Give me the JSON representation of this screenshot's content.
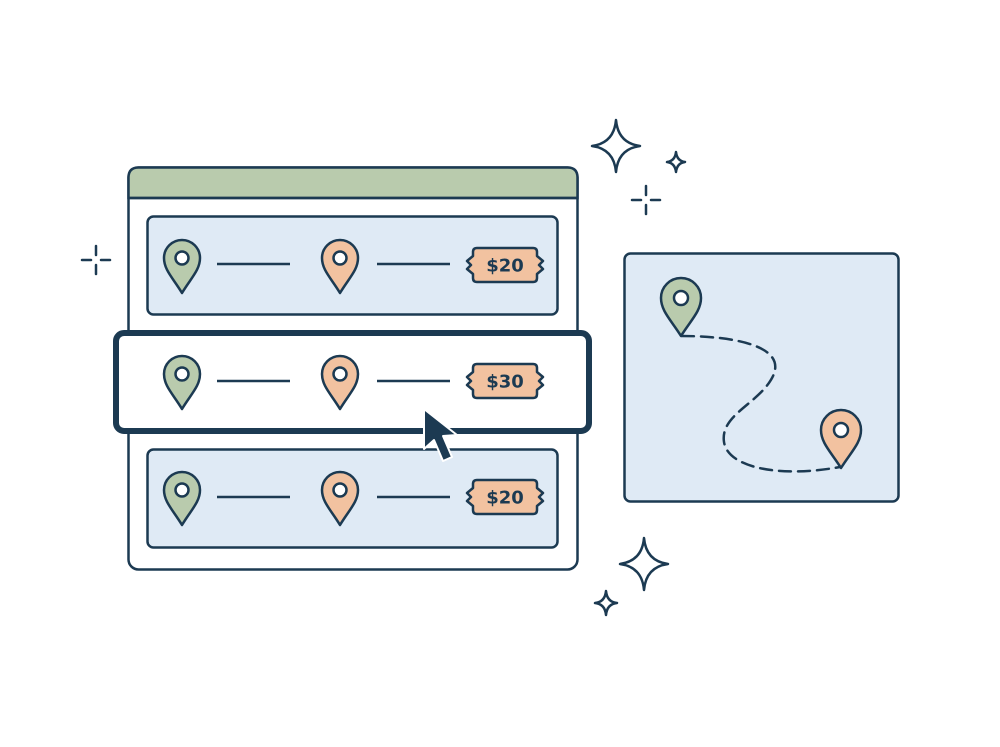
{
  "colors": {
    "outline": "#1c3a52",
    "panel_fill": "#dfeaf5",
    "window_bg": "#ffffff",
    "titlebar": "#b9cbad",
    "origin_pin": "#b9cbad",
    "destination_pin": "#f2c2a0",
    "price_tag": "#f2c2a0"
  },
  "list_window": {
    "rows": [
      {
        "price": "$20",
        "origin_icon": "map-pin-icon",
        "destination_icon": "map-pin-icon",
        "selected": false
      },
      {
        "price": "$30",
        "origin_icon": "map-pin-icon",
        "destination_icon": "map-pin-icon",
        "selected": true
      },
      {
        "price": "$20",
        "origin_icon": "map-pin-icon",
        "destination_icon": "map-pin-icon",
        "selected": false
      }
    ]
  },
  "route_map": {
    "origin_icon": "map-pin-icon",
    "destination_icon": "map-pin-icon",
    "route": "dashed-path"
  },
  "decorations": [
    "sparkle-icon",
    "sparkle-icon",
    "sparkle-icon",
    "sparkle-icon",
    "sparkle-icon",
    "sparkle-icon"
  ],
  "cursor": "mouse-pointer-icon"
}
